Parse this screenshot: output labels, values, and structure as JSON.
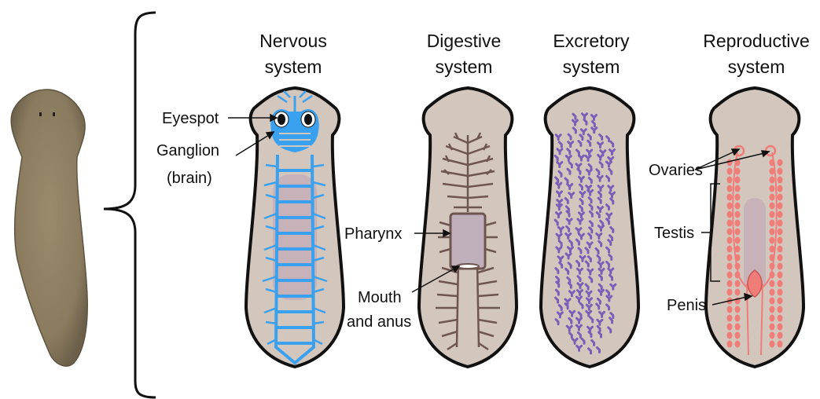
{
  "titles": {
    "nervous": [
      "Nervous",
      "system"
    ],
    "digestive": [
      "Digestive",
      "system"
    ],
    "excretory": [
      "Excretory",
      "system"
    ],
    "reproductive": [
      "Reproductive",
      "system"
    ]
  },
  "labels": {
    "eyespot": "Eyespot",
    "ganglion": [
      "Ganglion",
      "(brain)"
    ],
    "pharynx": "Pharynx",
    "mouth": [
      "Mouth",
      "and anus"
    ],
    "ovaries": "Ovaries",
    "testis": "Testis",
    "penis": "Penis"
  },
  "colors": {
    "body_fill": "#d2c6bd",
    "outline": "#111111",
    "nervous": "#3aa0f0",
    "digestive": "#6e5550",
    "excretory": "#7a5fb8",
    "reproductive": "#f07d78",
    "pharynx_fill": "#bfb0bc",
    "photo_body": "#8f8062"
  }
}
